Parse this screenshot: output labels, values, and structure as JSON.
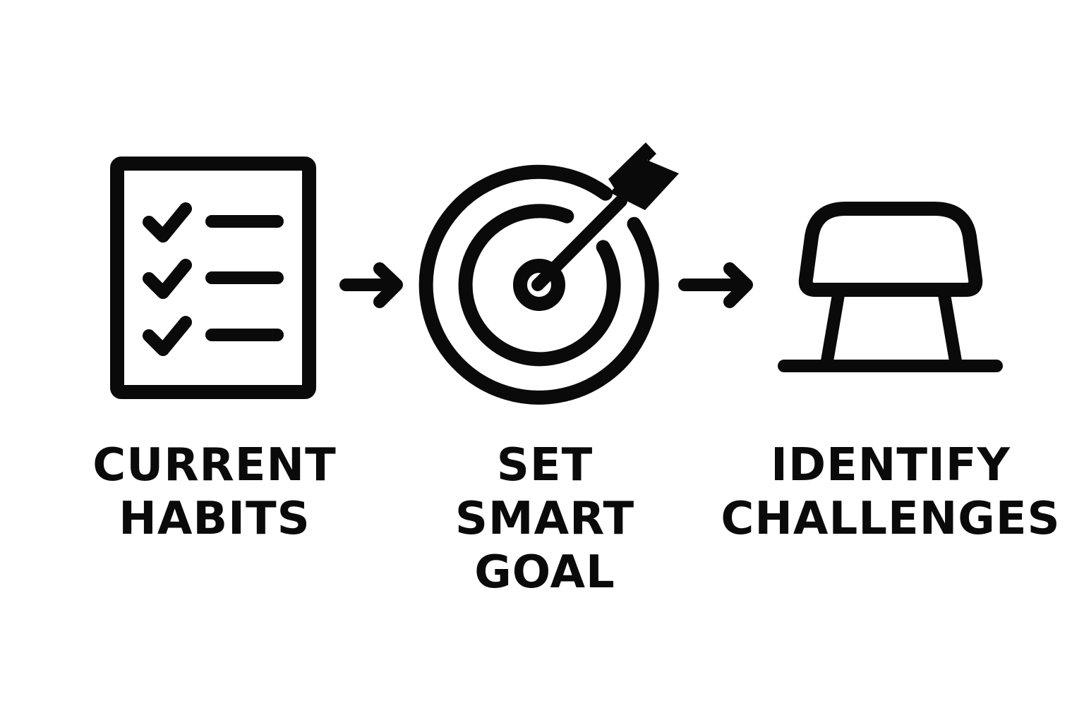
{
  "diagram": {
    "steps": [
      {
        "icon": "checklist-icon",
        "label_lines": [
          "CURRENT",
          "HABITS"
        ]
      },
      {
        "icon": "target-arrow-icon",
        "label_lines": [
          "SET",
          "SMART",
          "GOAL"
        ]
      },
      {
        "icon": "hurdle-icon",
        "label_lines": [
          "IDENTIFY",
          "CHALLENGES"
        ]
      }
    ],
    "connectors": [
      "arrow-right-icon",
      "arrow-right-icon"
    ]
  },
  "colors": {
    "ink": "#0a0a0a",
    "background": "#ffffff"
  }
}
